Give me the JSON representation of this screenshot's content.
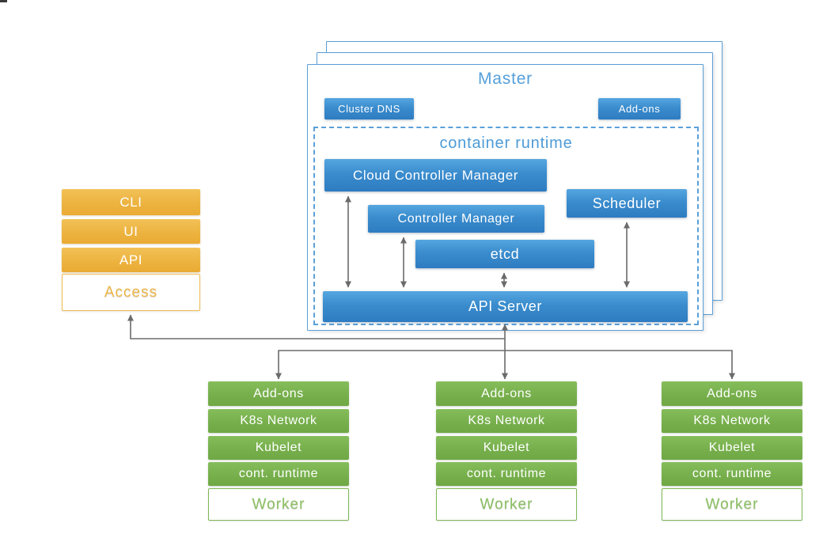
{
  "master": {
    "title": "Master",
    "cluster_dns_label": "Cluster DNS",
    "addons_label": "Add-ons",
    "runtime_title": "container runtime",
    "components": {
      "cloud_controller_manager": "Cloud Controller Manager",
      "controller_manager": "Controller Manager",
      "scheduler": "Scheduler",
      "etcd": "etcd",
      "api_server": "API Server"
    }
  },
  "access": {
    "rows": [
      "CLI",
      "UI",
      "API"
    ],
    "label": "Access"
  },
  "workers": [
    {
      "rows": [
        "Add-ons",
        "K8s Network",
        "Kubelet",
        "cont. runtime"
      ],
      "label": "Worker"
    },
    {
      "rows": [
        "Add-ons",
        "K8s Network",
        "Kubelet",
        "cont. runtime"
      ],
      "label": "Worker"
    },
    {
      "rows": [
        "Add-ons",
        "K8s Network",
        "Kubelet",
        "cont. runtime"
      ],
      "label": "Worker"
    }
  ],
  "colors": {
    "blue": "#3a8ccd",
    "blue_text": "#54a0db",
    "orange": "#ecb23e",
    "green": "#76ae4b",
    "arrow_gray": "#6b6b6b"
  }
}
